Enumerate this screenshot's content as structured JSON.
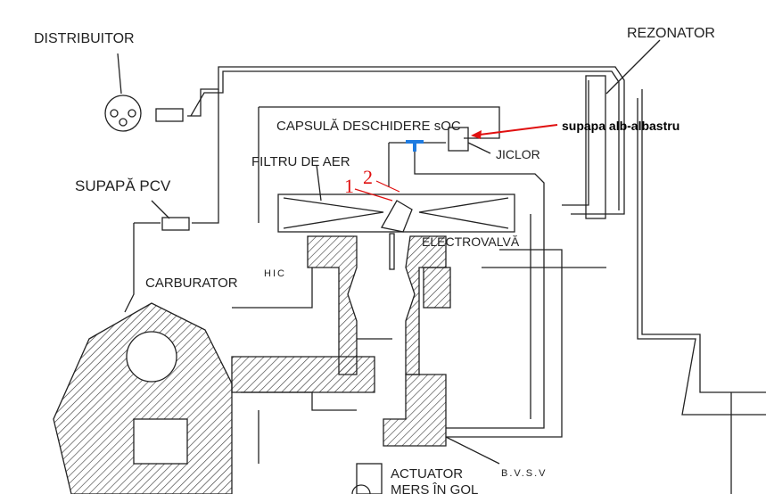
{
  "labels": {
    "distribuitor": "DISTRIBUITOR",
    "rezonator": "REZONATOR",
    "capsula": "CAPSULĂ DESCHIDERE sOC",
    "supapa_alb_albastru": "supapa alb-albastru",
    "jiclor": "JICLOR",
    "filtru": "FILTRU DE AER",
    "supapa_pcv": "SUPAPĂ PCV",
    "electrovalva": "ELECTROVALVĂ",
    "hic": "HIC",
    "carburator": "CARBURATOR",
    "actuator": "ACTUATOR",
    "mers_in_gol": "MERS ÎN GOL",
    "bvsv": "B.V.S.V",
    "marker_1": "1",
    "marker_2": "2"
  },
  "colors": {
    "annotation": "#e01010",
    "tee": "#1e7be0"
  }
}
